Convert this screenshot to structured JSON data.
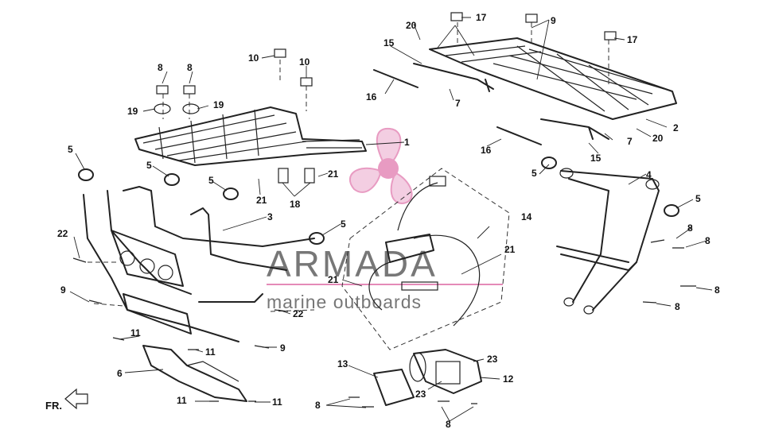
{
  "watermark": {
    "brand": "ARMADA",
    "tagline": "marine outboards",
    "accent_color": "#e58ab8"
  },
  "direction_label": "FR.",
  "callouts": [
    {
      "id": "c1",
      "text": "1"
    },
    {
      "id": "c2",
      "text": "2"
    },
    {
      "id": "c3",
      "text": "3"
    },
    {
      "id": "c4",
      "text": "4"
    },
    {
      "id": "c5a",
      "text": "5"
    },
    {
      "id": "c5b",
      "text": "5"
    },
    {
      "id": "c5c",
      "text": "5"
    },
    {
      "id": "c5d",
      "text": "5"
    },
    {
      "id": "c5e",
      "text": "5"
    },
    {
      "id": "c5f",
      "text": "5"
    },
    {
      "id": "c6",
      "text": "6"
    },
    {
      "id": "c7a",
      "text": "7"
    },
    {
      "id": "c7b",
      "text": "7"
    },
    {
      "id": "c8a",
      "text": "8"
    },
    {
      "id": "c8b",
      "text": "8"
    },
    {
      "id": "c8c",
      "text": "8"
    },
    {
      "id": "c8d",
      "text": "8"
    },
    {
      "id": "c8e",
      "text": "8"
    },
    {
      "id": "c8f",
      "text": "8"
    },
    {
      "id": "c8g",
      "text": "8"
    },
    {
      "id": "c8h",
      "text": "8"
    },
    {
      "id": "c9a",
      "text": "9"
    },
    {
      "id": "c9b",
      "text": "9"
    },
    {
      "id": "c9c",
      "text": "9"
    },
    {
      "id": "c10a",
      "text": "10"
    },
    {
      "id": "c10b",
      "text": "10"
    },
    {
      "id": "c11a",
      "text": "11"
    },
    {
      "id": "c11b",
      "text": "11"
    },
    {
      "id": "c11c",
      "text": "11"
    },
    {
      "id": "c11d",
      "text": "11"
    },
    {
      "id": "c12",
      "text": "12"
    },
    {
      "id": "c13",
      "text": "13"
    },
    {
      "id": "c14",
      "text": "14"
    },
    {
      "id": "c15a",
      "text": "15"
    },
    {
      "id": "c15b",
      "text": "15"
    },
    {
      "id": "c16a",
      "text": "16"
    },
    {
      "id": "c16b",
      "text": "16"
    },
    {
      "id": "c17a",
      "text": "17"
    },
    {
      "id": "c17b",
      "text": "17"
    },
    {
      "id": "c18",
      "text": "18"
    },
    {
      "id": "c19a",
      "text": "19"
    },
    {
      "id": "c19b",
      "text": "19"
    },
    {
      "id": "c20a",
      "text": "20"
    },
    {
      "id": "c20b",
      "text": "20"
    },
    {
      "id": "c21a",
      "text": "21"
    },
    {
      "id": "c21b",
      "text": "21"
    },
    {
      "id": "c21c",
      "text": "21"
    },
    {
      "id": "c21d",
      "text": "21"
    },
    {
      "id": "c22a",
      "text": "22"
    },
    {
      "id": "c22b",
      "text": "22"
    },
    {
      "id": "c23a",
      "text": "23"
    },
    {
      "id": "c23b",
      "text": "23"
    }
  ]
}
